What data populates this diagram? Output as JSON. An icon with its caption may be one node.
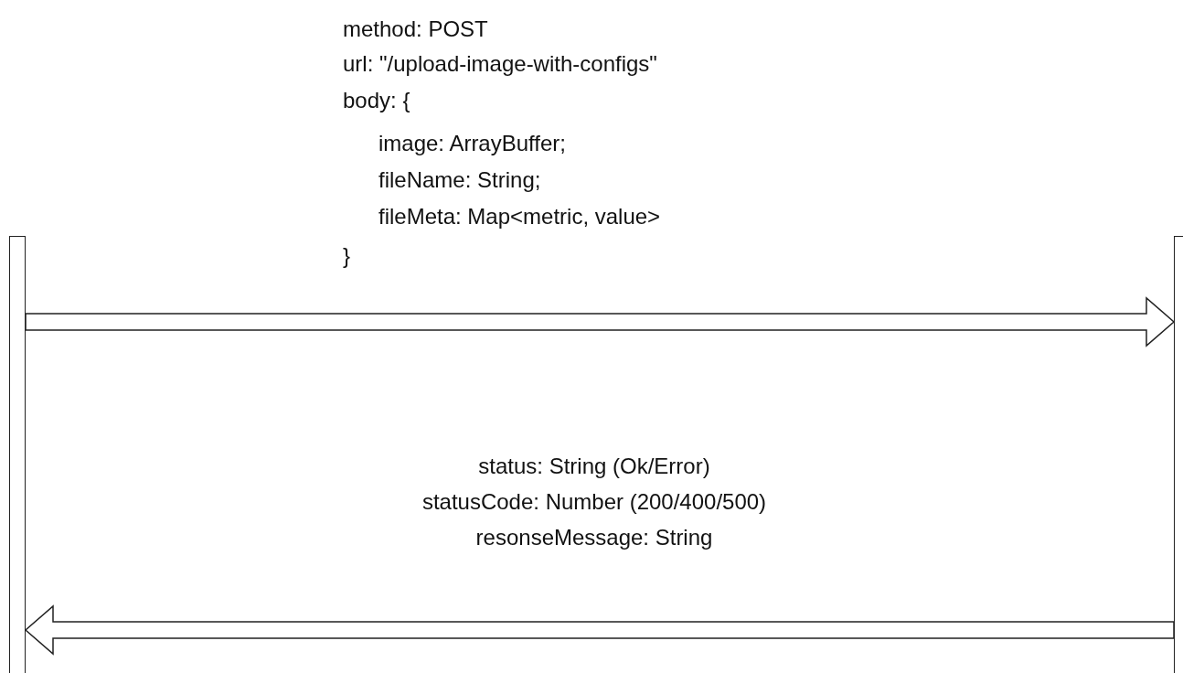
{
  "diagram": {
    "nodes": [
      {
        "text": [],
        "shape": "bar"
      },
      {
        "text": [],
        "shape": "bar"
      }
    ],
    "edges": [
      {
        "from": 0,
        "to": 1,
        "arrow": "to"
      },
      {
        "from": 1,
        "to": 0,
        "arrow": "to"
      }
    ],
    "labels": [
      "method: POST",
      "url: \"/upload-image-with-configs\"",
      "body: {",
      "image: ArrayBuffer;",
      "fileName: String;",
      "fileMeta: Map<metric, value>",
      "}",
      "status: String (Ok/Error)",
      "statusCode: Number (200/400/500)",
      "resonseMessage: String"
    ]
  }
}
